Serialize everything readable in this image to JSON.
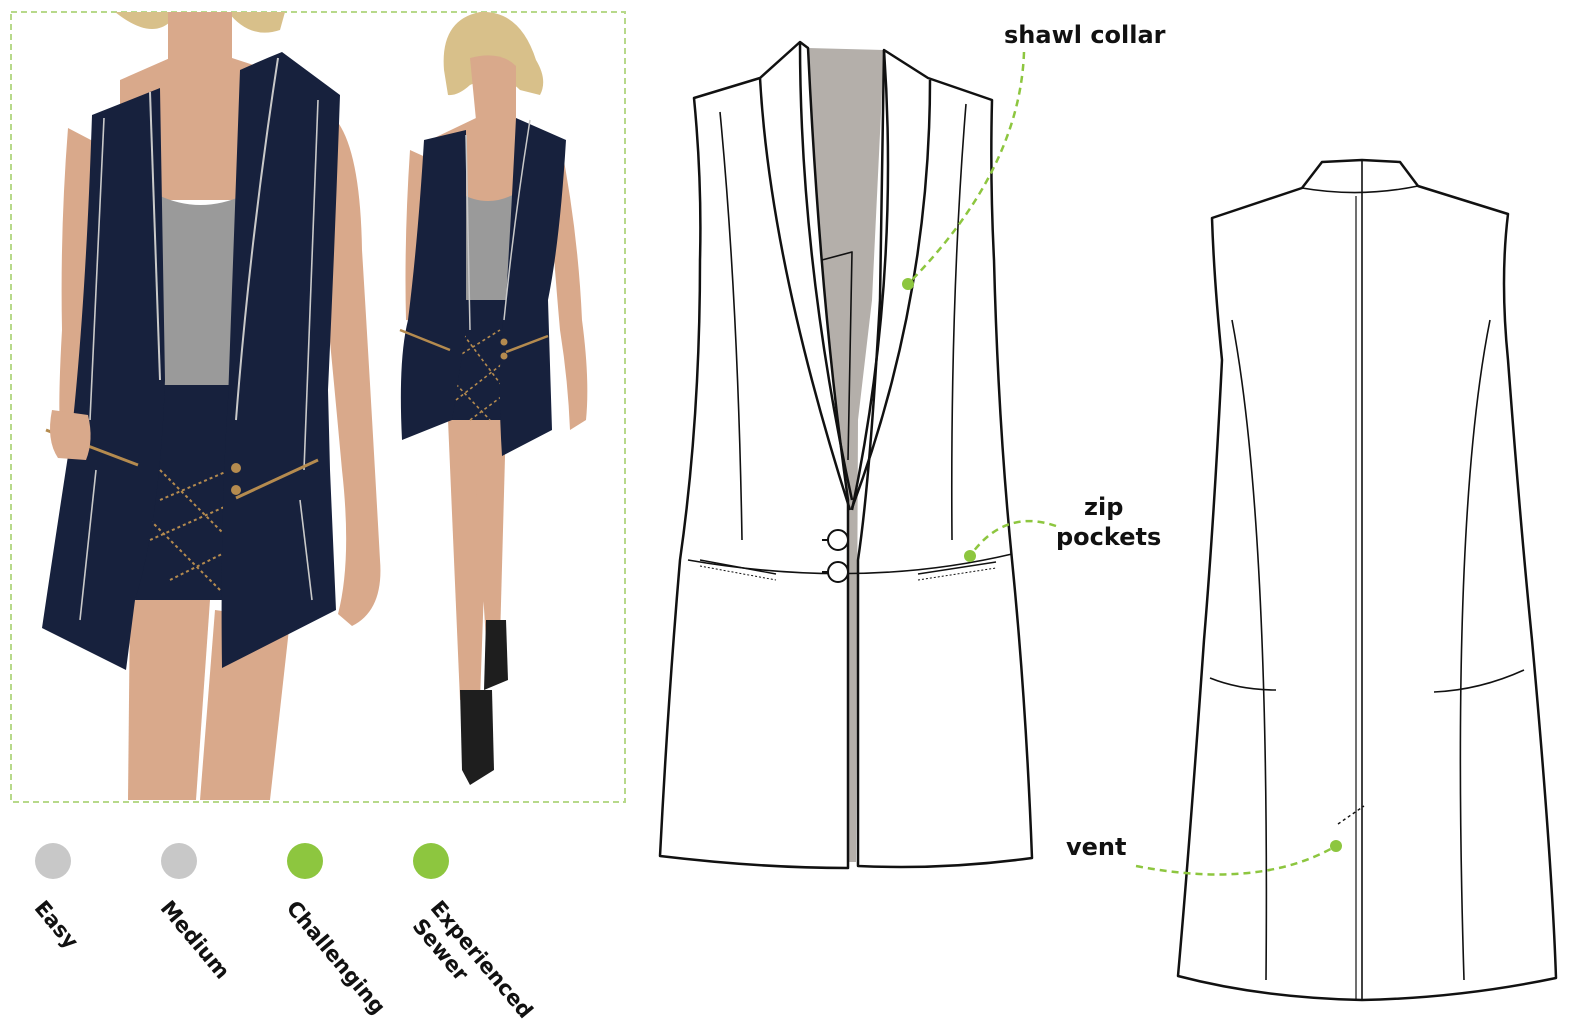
{
  "callouts": {
    "collar": "shawl collar",
    "zip_line1": "zip",
    "zip_line2": "pockets",
    "vent": "vent"
  },
  "difficulty": {
    "levels": [
      {
        "label": "Easy",
        "active": false
      },
      {
        "label": "Medium",
        "active": false
      },
      {
        "label": "Challenging",
        "active": true
      },
      {
        "label_line1": "Experienced",
        "label_line2": "Sewer",
        "active": true
      }
    ],
    "colors": {
      "active": "#8dc63f",
      "inactive": "#c8c8c8"
    }
  },
  "palette": {
    "vest_navy": "#17213d",
    "skin": "#d9a98b",
    "hair": "#d8c08a",
    "top_grey": "#9a9a9a",
    "lining_grey": "#b4afaa",
    "accent_green": "#8dc63f",
    "frame_dash": "#b7d98a"
  }
}
